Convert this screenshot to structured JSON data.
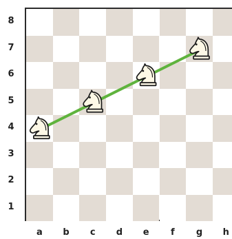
{
  "board": {
    "light_color": "#ffffff",
    "dark_color": "#e3dcd4",
    "border_color": "#2b2b2b",
    "ranks": [
      "8",
      "7",
      "6",
      "5",
      "4",
      "3",
      "2",
      "1"
    ],
    "files": [
      "a",
      "b",
      "c",
      "d",
      "e",
      "f",
      "g",
      "h"
    ]
  },
  "pieces": [
    {
      "type": "knight",
      "color": "white",
      "square": "a4"
    },
    {
      "type": "knight",
      "color": "white",
      "square": "c5"
    },
    {
      "type": "knight",
      "color": "white",
      "square": "e6"
    },
    {
      "type": "knight",
      "color": "white",
      "square": "g7"
    }
  ],
  "move_line": {
    "from": "a4",
    "to": "g7",
    "color": "#5fb33d"
  }
}
